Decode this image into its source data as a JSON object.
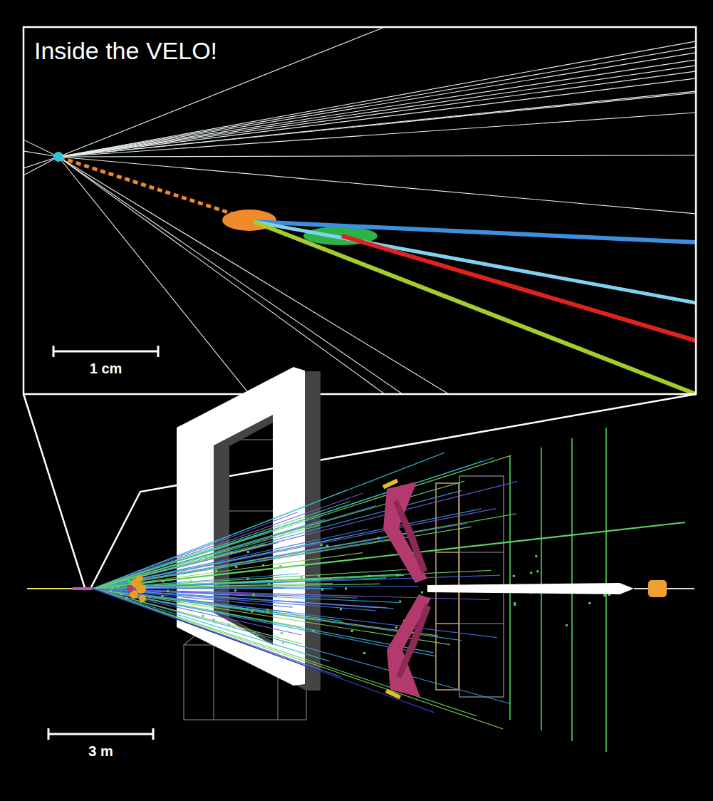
{
  "diagram": {
    "title": "Inside the VELO!",
    "labels": [
      "1 cm",
      "3 m"
    ]
  }
}
